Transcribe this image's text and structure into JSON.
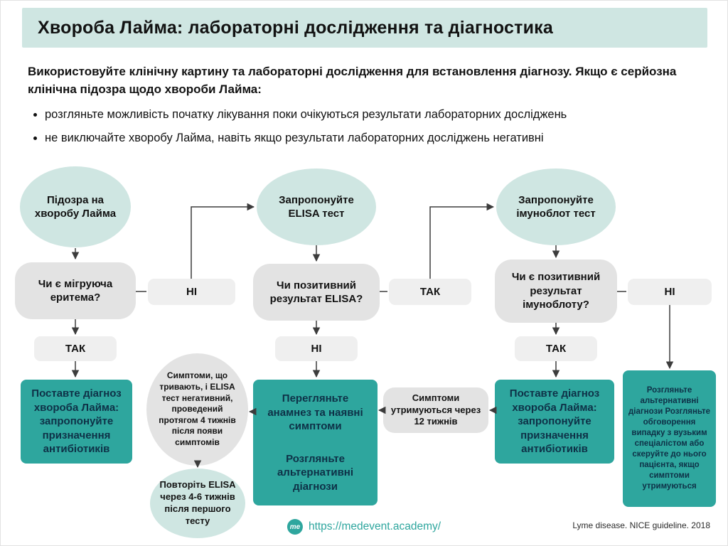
{
  "page": {
    "title": "Хвороба Лайма: лабораторні дослідження та діагностика",
    "intro": "Використовуйте клінічну картину та лабораторні дослідження для встановлення діагнозу. Якщо є серйозна клінічна підозра щодо хвороби Лайма:",
    "bullets": [
      "розгляньте можливість початку лікування поки очікуються результати лабораторних досліджень",
      "не виключайте хворобу Лайма, навіть якщо результати лабораторних досліджень негативні"
    ]
  },
  "labels": {
    "yes": "ТАК",
    "no": "НІ"
  },
  "flow": {
    "suspicion": "Підозра на хворобу Лайма",
    "q_erythema": "Чи є мігруюча еритема?",
    "diagnose1": "Поставте діагноз хвороба Лайма: запропонуйте призначення антибіотиків",
    "offer_elisa": "Запропонуйте ELISA тест",
    "q_elisa": "Чи позитивний результат ELISA?",
    "review_history": "Перегляньте анамнез та наявні симптоми",
    "consider_alt": "Розгляньте альтернативні діагнози",
    "elisa_negative_note": "Симптоми, що тривають, і ELISA тест негативний, проведений протягом 4 тижнів після появи симптомів",
    "repeat_elisa": "Повторіть ELISA через 4-6 тижнів після першого тесту",
    "symptoms_12w": "Симптоми утримуються через 12 тижнів",
    "offer_immunoblot": "Запропонуйте імуноблот тест",
    "q_immunoblot": "Чи є позитивний результат імуноблоту?",
    "diagnose2": "Поставте діагноз хвороба Лайма: запропонуйте призначення антибіотиків",
    "alt_specialist": "Розгляньте альтернативні діагнози Розгляньте обговорення випадку з вузьким спеціалістом або скеруйте до нього пацієнта, якщо симптоми утримуються"
  },
  "footer": {
    "logo_text": "me",
    "link": "https://medevent.academy/",
    "citation": "Lyme disease. NICE guideline. 2018"
  },
  "colors": {
    "accent_teal": "#2ea69e",
    "light_teal": "#cfe6e2",
    "light_gray": "#e3e3e3",
    "pill_gray": "#efefef"
  }
}
